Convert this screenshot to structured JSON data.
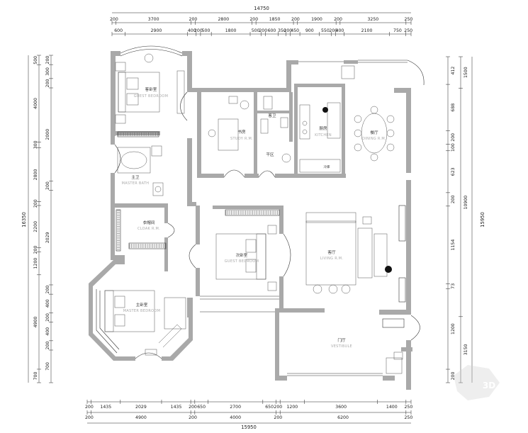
{
  "dimensions": {
    "top_total": "14750",
    "top_row1": [
      "200",
      "3700",
      "200",
      "2800",
      "200",
      "1850",
      "200",
      "1900",
      "200",
      "3250",
      "250"
    ],
    "top_row2": [
      "600",
      "2900",
      "400",
      "200",
      "500",
      "1800",
      "500",
      "200",
      "600",
      "350",
      "200",
      "450",
      "900",
      "550",
      "200",
      "400",
      "2100",
      "750",
      "250"
    ],
    "bottom_total": "15950",
    "bottom_row1": [
      "200",
      "1435",
      "2029",
      "1435",
      "200",
      "650",
      "2700",
      "650",
      "200",
      "1200",
      "3600",
      "1400",
      "250"
    ],
    "bottom_row2": [
      "200",
      "4900",
      "200",
      "4000",
      "200",
      "6200",
      "250"
    ],
    "left_total": "16350",
    "left_row1": [
      "500",
      "4000",
      "300",
      "2800",
      "200",
      "2200",
      "200",
      "1200",
      "4900",
      "700"
    ],
    "left_row2": [
      "200",
      "300",
      "200",
      "2000",
      "200",
      "2029",
      "200",
      "400",
      "200",
      "400",
      "200",
      "700"
    ],
    "right_total": "15950",
    "right_row1": [
      "1500",
      "10900",
      "3150"
    ],
    "right_row2": [
      "412",
      "688",
      "200",
      "100",
      "623",
      "200",
      "1154",
      "73",
      "1200",
      "200"
    ]
  },
  "rooms": {
    "guest_bedroom": {
      "cn": "客卧室",
      "en": "GUEST BEDROOM"
    },
    "study": {
      "cn": "书房",
      "en": "STUDY R.M."
    },
    "guest_bath": {
      "cn": "客卫",
      "en": ""
    },
    "dry_area": {
      "cn": "干区",
      "en": ""
    },
    "kitchen": {
      "cn": "厨房",
      "en": "KITCHEN"
    },
    "dining": {
      "cn": "餐厅",
      "en": "DINING R.M."
    },
    "master_bath": {
      "cn": "主卫",
      "en": "MASTER BATH"
    },
    "cloak": {
      "cn": "衣帽间",
      "en": "CLOAK R.M."
    },
    "second_bedroom": {
      "cn": "次卧室",
      "en": "GUEST BEDROOM"
    },
    "living": {
      "cn": "客厅",
      "en": "LIVING R.M."
    },
    "master_bedroom": {
      "cn": "主卧室",
      "en": "MASTER BEDROOM"
    },
    "vestibule": {
      "cn": "门厅",
      "en": "VESTIBULE"
    },
    "kitchen_label2": {
      "cn": "冷库",
      "en": ""
    }
  },
  "watermark": {
    "text": "3D"
  }
}
